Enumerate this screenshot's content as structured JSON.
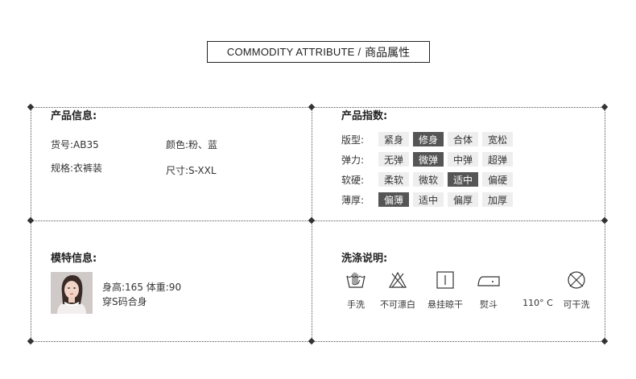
{
  "title": {
    "en": "COMMODITY ATTRIBUTE",
    "sep": "/",
    "cn": "商品属性"
  },
  "product_info": {
    "heading": "产品信息:",
    "item_no": "货号:AB35",
    "color": "颜色:粉、蓝",
    "spec": "规格:衣裤装",
    "size": "尺寸:S-XXL"
  },
  "product_index": {
    "heading": "产品指数:",
    "rows": [
      {
        "label": "版型:",
        "options": [
          "紧身",
          "修身",
          "合体",
          "宽松"
        ],
        "selected": 1
      },
      {
        "label": "弹力:",
        "options": [
          "无弹",
          "微弹",
          "中弹",
          "超弹"
        ],
        "selected": 1
      },
      {
        "label": "软硬:",
        "options": [
          "柔软",
          "微软",
          "适中",
          "偏硬"
        ],
        "selected": 2
      },
      {
        "label": "薄厚:",
        "options": [
          "偏薄",
          "适中",
          "偏厚",
          "加厚"
        ],
        "selected": 0
      }
    ]
  },
  "model_info": {
    "heading": "模特信息:",
    "line1": "身高:165 体重:90",
    "line2": "穿S码合身"
  },
  "care": {
    "heading": "洗涤说明:",
    "items": [
      {
        "icon": "hand-wash-icon",
        "label": "手洗"
      },
      {
        "icon": "no-bleach-icon",
        "label": "不可漂白"
      },
      {
        "icon": "hang-dry-icon",
        "label": "悬挂晾干"
      },
      {
        "icon": "iron-icon",
        "label": "熨斗"
      },
      {
        "icon": "iron-temp",
        "label": "110° C"
      },
      {
        "icon": "dry-clean-icon",
        "label": "可干洗"
      }
    ]
  },
  "colors": {
    "selected_chip": "#555555",
    "chip": "#eeeeee",
    "line": "#555555"
  }
}
